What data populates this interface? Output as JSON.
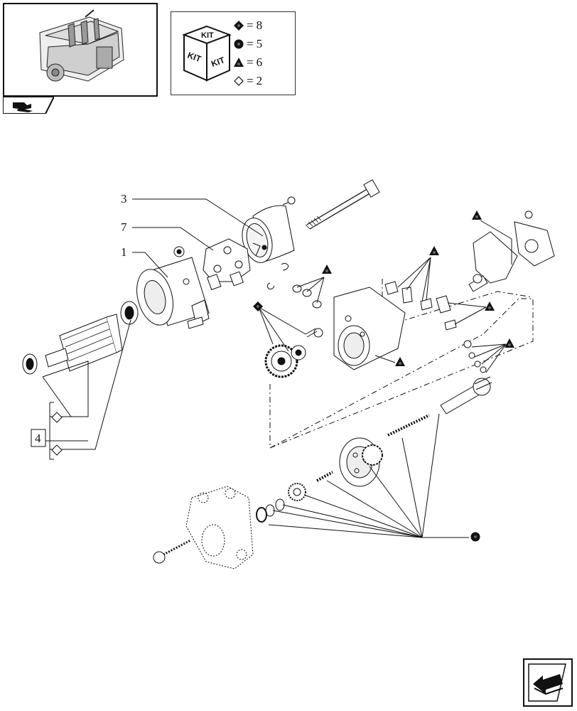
{
  "kit_legend": {
    "kit_labels": [
      "KIT",
      "KIT",
      "KIT"
    ],
    "rows": [
      {
        "symbol": "diamond-filled-icon",
        "equals": "=",
        "count": "8"
      },
      {
        "symbol": "circle-filled-icon",
        "equals": "=",
        "count": "5"
      },
      {
        "symbol": "triangle-filled-icon",
        "equals": "=",
        "count": "6"
      },
      {
        "symbol": "diamond-outline-icon",
        "equals": "=",
        "count": "2"
      }
    ]
  },
  "callouts": {
    "c3": "3",
    "c7": "7",
    "c1": "1",
    "c4": "4"
  },
  "colors": {
    "line": "#111111",
    "fill": "#ffffff",
    "shade": "#555555"
  }
}
